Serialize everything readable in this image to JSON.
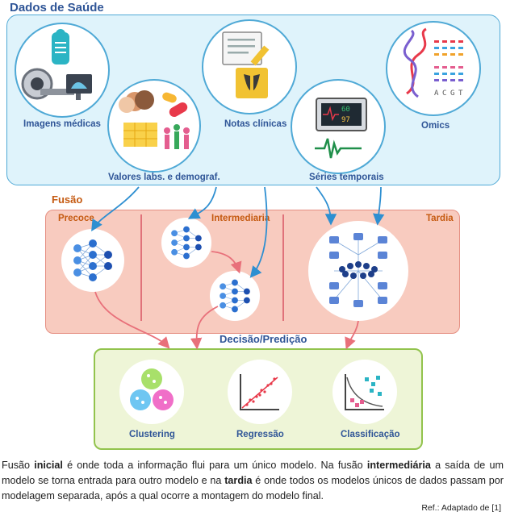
{
  "health_data": {
    "title": "Dados de Saúde",
    "items": {
      "imaging": "Imagens médicas",
      "labs": "Valores labs. e demograf.",
      "notes": "Notas clínicas",
      "series": "Séries temporais",
      "omics": "Omics"
    },
    "monitor_values": [
      "60",
      "97"
    ],
    "dna_letters": [
      "A",
      "C",
      "G",
      "T"
    ]
  },
  "fusion": {
    "title": "Fusão",
    "early": "Precoce",
    "intermediate": "Intermediaria",
    "late": "Tardia"
  },
  "decision": {
    "title": "Decisão/Predição",
    "clustering": "Clustering",
    "regression": "Regressão",
    "classification": "Classificação"
  },
  "caption": {
    "p1": "Fusão ",
    "b1": "inicial",
    "p2": " é onde toda a informação flui para um único modelo. Na fusão ",
    "b2": "intermediária",
    "p3": " a saída de um modelo se torna entrada para outro modelo e na ",
    "b3": "tardia",
    "p4": " é onde todos os modelos únicos de dados passam por modelagem separada, após a qual ocorre a montagem do modelo final."
  },
  "reference": "Ref.: Adaptado de [1]",
  "colors": {
    "health_panel": "#dff3fb",
    "health_border": "#4fa9d6",
    "fusion_panel": "#f8cbbf",
    "fusion_border": "#e58f82",
    "decision_panel": "#eef5d7",
    "decision_border": "#92c34d",
    "arrow_blue": "#2e8fd1",
    "arrow_red": "#e8707a",
    "title_blue": "#2f5597",
    "label_orange": "#c55a11"
  }
}
